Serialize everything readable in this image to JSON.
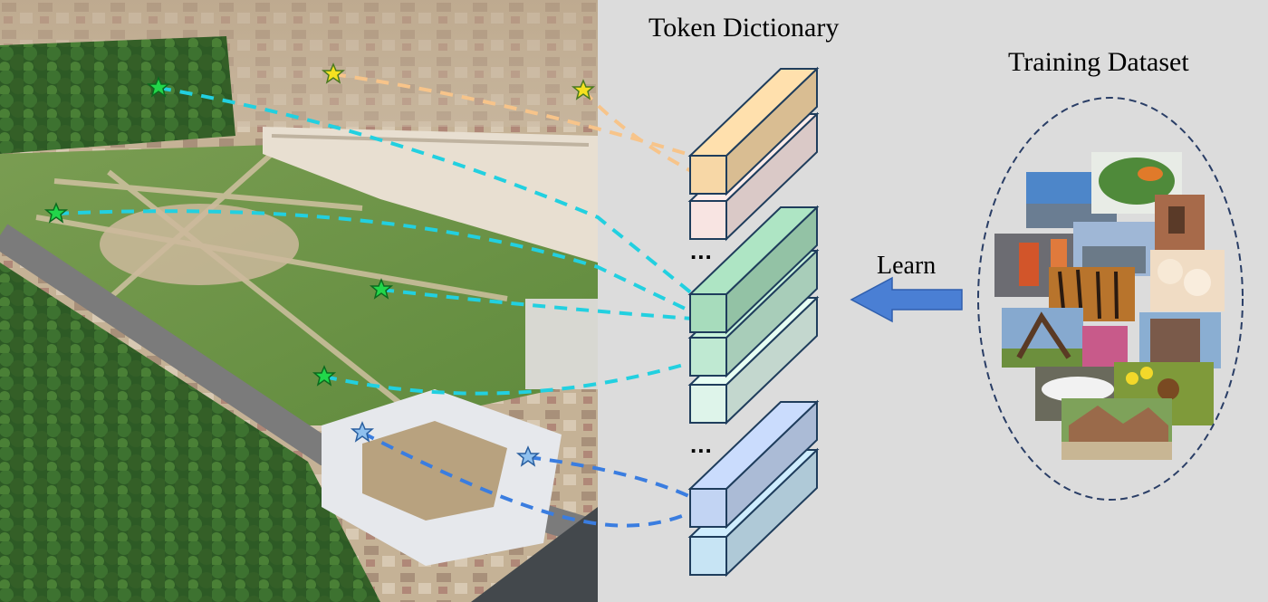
{
  "token_dictionary": {
    "title": "Token Dictionary",
    "ellipsis_1": "...",
    "ellipsis_2": "...",
    "colors": {
      "orange_group": [
        "#f7d7a6",
        "#f8e4e2"
      ],
      "green_group": [
        "#a7dcbc",
        "#bfe9d2",
        "#def4ea"
      ],
      "blue_group": [
        "#c2d4f3",
        "#c7e4f4"
      ]
    }
  },
  "training_dataset": {
    "title": "Training Dataset",
    "thumbnails": [
      "pier",
      "salad",
      "door",
      "graffiti-wall",
      "city-skyline",
      "tiger",
      "pastries",
      "sculpture",
      "flowers",
      "apartment-building",
      "white-car",
      "tulips-and-dog",
      "cottage"
    ]
  },
  "arrow": {
    "label": "Learn",
    "color": "#4a7fd4"
  },
  "aerial_photo": {
    "description_icon": "aerial-city-photo",
    "landmarks": [
      {
        "color": "yellow",
        "tokens_group": "orange"
      },
      {
        "color": "green",
        "tokens_group": "green"
      },
      {
        "color": "blue",
        "tokens_group": "blue"
      }
    ],
    "line_colors": {
      "yellow": "#f7c48a",
      "green": "#22d0e0",
      "blue": "#3a7de0"
    }
  }
}
